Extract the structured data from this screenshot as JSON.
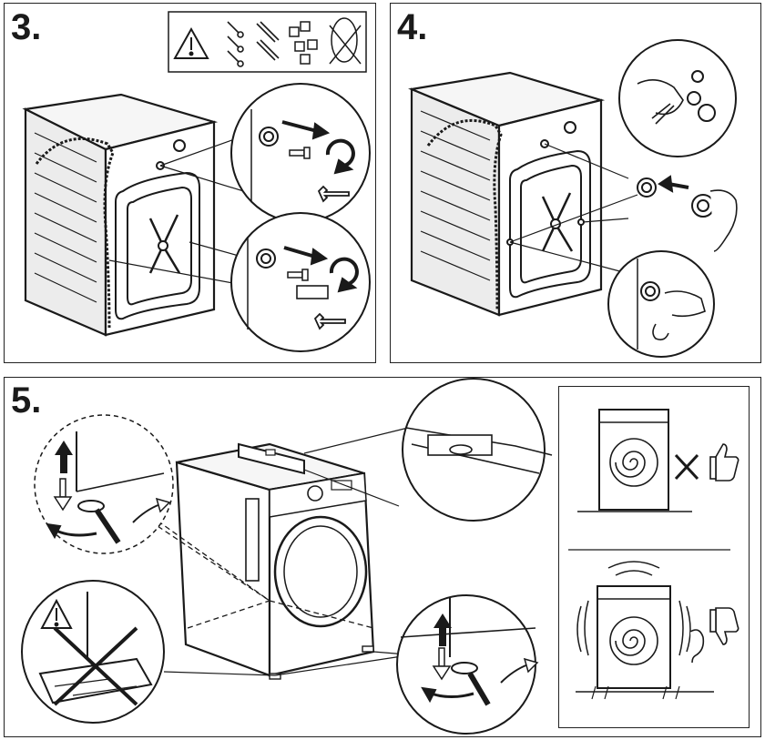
{
  "steps": [
    {
      "number": "3."
    },
    {
      "number": "4."
    },
    {
      "number": "5."
    }
  ],
  "icons": {
    "warning": "warning-triangle-icon",
    "thumbs_up": "thumbs-up-icon",
    "thumbs_down": "thumbs-down-icon",
    "wrench": "wrench-icon",
    "ear": "ear-icon",
    "spirit_level": "spirit-level-icon"
  },
  "colors": {
    "line": "#1a1a1a",
    "panel_bg": "#ffffff",
    "machine_side": "#ececec",
    "machine_top": "#f6f6f6"
  }
}
